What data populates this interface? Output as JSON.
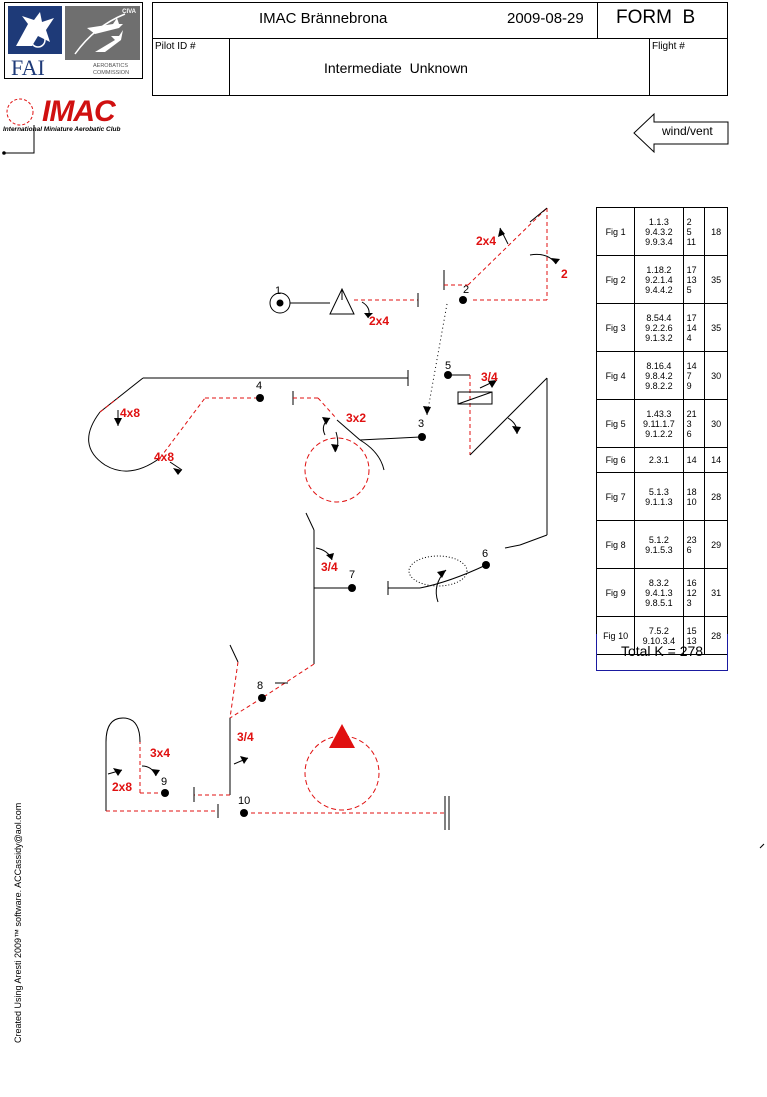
{
  "header": {
    "contest": "IMAC Brännebrona",
    "date": "2009-08-29",
    "form": "FORM  B",
    "pilot_id_label": "Pilot ID #",
    "flight_label": "Flight #",
    "sequence": "Intermediate  Unknown"
  },
  "logos": {
    "fai_text": "FAI",
    "civa_text": "CIVA",
    "commission_line1": "AEROBATICS",
    "commission_line2": "COMMISSION",
    "imac_text": "IMAC",
    "imac_sub": "International Miniature Aerobatic Club"
  },
  "wind": {
    "label": "wind/vent"
  },
  "figures": [
    {
      "fig": "Fig 1",
      "catalog": [
        "1.1.3",
        "9.4.3.2",
        "9.9.3.4"
      ],
      "k": [
        "2",
        "5",
        "11"
      ],
      "total": "18"
    },
    {
      "fig": "Fig 2",
      "catalog": [
        "1.18.2",
        "9.2.1.4",
        "9.4.4.2"
      ],
      "k": [
        "17",
        "13",
        "5"
      ],
      "total": "35"
    },
    {
      "fig": "Fig 3",
      "catalog": [
        "8.54.4",
        "9.2.2.6",
        "9.1.3.2"
      ],
      "k": [
        "17",
        "14",
        "4"
      ],
      "total": "35"
    },
    {
      "fig": "Fig 4",
      "catalog": [
        "8.16.4",
        "9.8.4.2",
        "9.8.2.2"
      ],
      "k": [
        "14",
        "7",
        "9"
      ],
      "total": "30"
    },
    {
      "fig": "Fig 5",
      "catalog": [
        "1.43.3",
        "9.11.1.7",
        "9.1.2.2"
      ],
      "k": [
        "21",
        "3",
        "6"
      ],
      "total": "30"
    },
    {
      "fig": "Fig 6",
      "catalog": [
        "2.3.1"
      ],
      "k": [
        "14"
      ],
      "total": "14"
    },
    {
      "fig": "Fig 7",
      "catalog": [
        "5.1.3",
        "9.1.1.3"
      ],
      "k": [
        "18",
        "10"
      ],
      "total": "28"
    },
    {
      "fig": "Fig 8",
      "catalog": [
        "5.1.2",
        "9.1.5.3"
      ],
      "k": [
        "23",
        "6"
      ],
      "total": "29"
    },
    {
      "fig": "Fig 9",
      "catalog": [
        "8.3.2",
        "9.4.1.3",
        "9.8.5.1"
      ],
      "k": [
        "16",
        "12",
        "3"
      ],
      "total": "31"
    },
    {
      "fig": "Fig 10",
      "catalog": [
        "7.5.2",
        "9.10.3.4"
      ],
      "k": [
        "15",
        "13"
      ],
      "total": "28"
    }
  ],
  "total_k": "Total K = 278",
  "diagram": {
    "figure_numbers": [
      "1",
      "2",
      "3",
      "4",
      "5",
      "6",
      "7",
      "8",
      "9",
      "10"
    ],
    "roll_labels": [
      "2x4",
      "2",
      "2x4",
      "3/4",
      "4x8",
      "4x8",
      "3x2",
      "3/4",
      "3/4",
      "3x4",
      "2x8"
    ]
  },
  "footer": {
    "credit": "Created Using Aresti 2009™ software.  ACCassidy@aol.com"
  },
  "colors": {
    "figure_red": "#e01010",
    "total_border": "#1a1aa0"
  }
}
